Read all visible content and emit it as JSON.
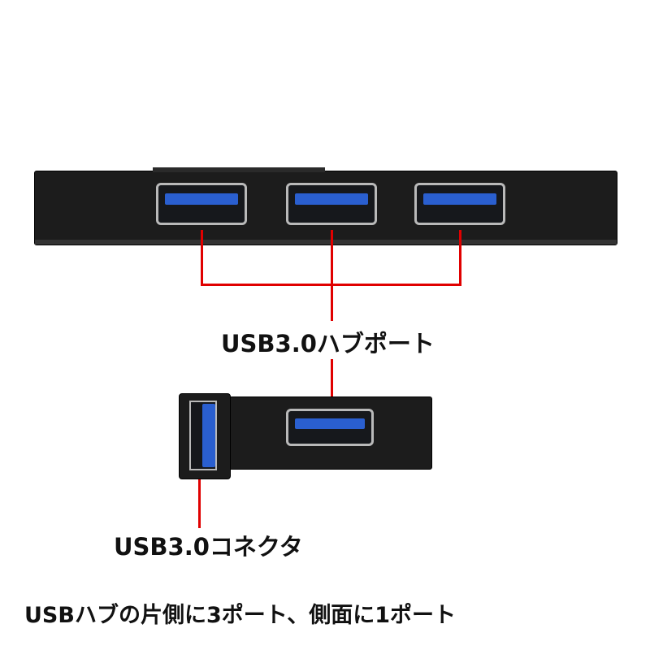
{
  "labels": {
    "hub_ports": "USB3.0ハブポート",
    "connector": "USB3.0コネクタ",
    "caption": "USBハブの片側に3ポート、側面に1ポート"
  },
  "colors": {
    "callout_line": "#e00000",
    "usb3_blue": "#2a5fd0",
    "housing": "#1c1c1c"
  }
}
